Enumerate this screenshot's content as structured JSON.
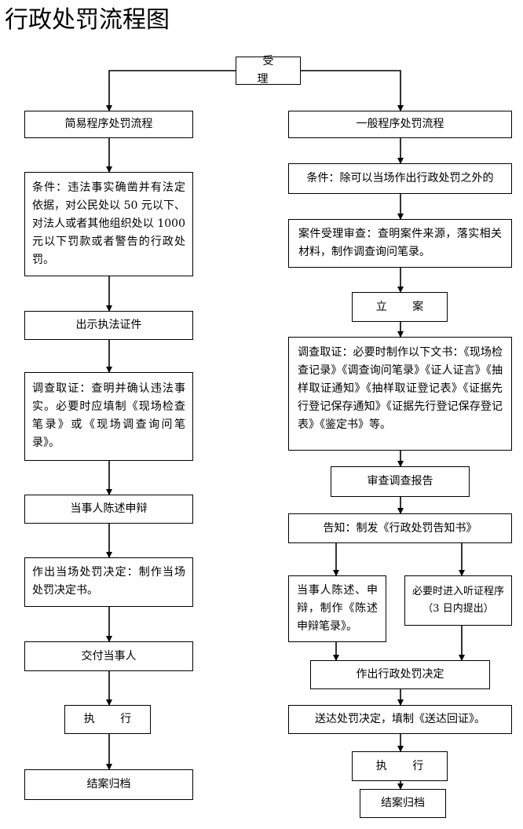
{
  "title": "行政处罚流程图",
  "nodes": {
    "accept": "受 理",
    "simple_flow": "简易程序处罚流程",
    "simple_condition": "条件：违法事实确凿并有法定依据，对公民处以 50 元以下、对法人或者其他组织处以 1000 元以下罚款或者警告的行政处罚。",
    "show_credentials": "出示执法证件",
    "simple_investigate": "调查取证：查明并确认违法事实。必要时应填制《现场检查笔录》或《现场调查询问笔录》。",
    "party_defense": "当事人陈述申辩",
    "on_site_decision": "作出当场处罚决定：制作当场处罚决定书。",
    "deliver_to_party": "交付当事人",
    "simple_execute": "执 行",
    "simple_archive": "结案归档",
    "general_flow": "一般程序处罚流程",
    "general_condition": "条件：除可以当场作出行政处罚之外的",
    "case_review": "案件受理审查：查明案件来源，落实相关材料，制作调查询问笔录。",
    "file_case": "立 案",
    "general_investigate": "调查取证：必要时制作以下文书：《现场检查记录》《调查询问笔录》《证人证言》《抽样取证通知》《抽样取证登记表》《证据先行登记保存通知》《证据先行登记保存登记表》《鉴定书》等。",
    "review_report": "审查调查报告",
    "notify": "告知：制发《行政处罚告知书》",
    "party_statement": "当事人陈述、申辩，制作《陈述申辩笔录》。",
    "hearing": "必要时进入听证程序（3 日内提出）",
    "make_decision": "作出行政处罚决定",
    "serve_decision": "送达处罚决定，填制《送达回证》。",
    "general_execute": "执 行",
    "general_archive": "结案归档"
  }
}
